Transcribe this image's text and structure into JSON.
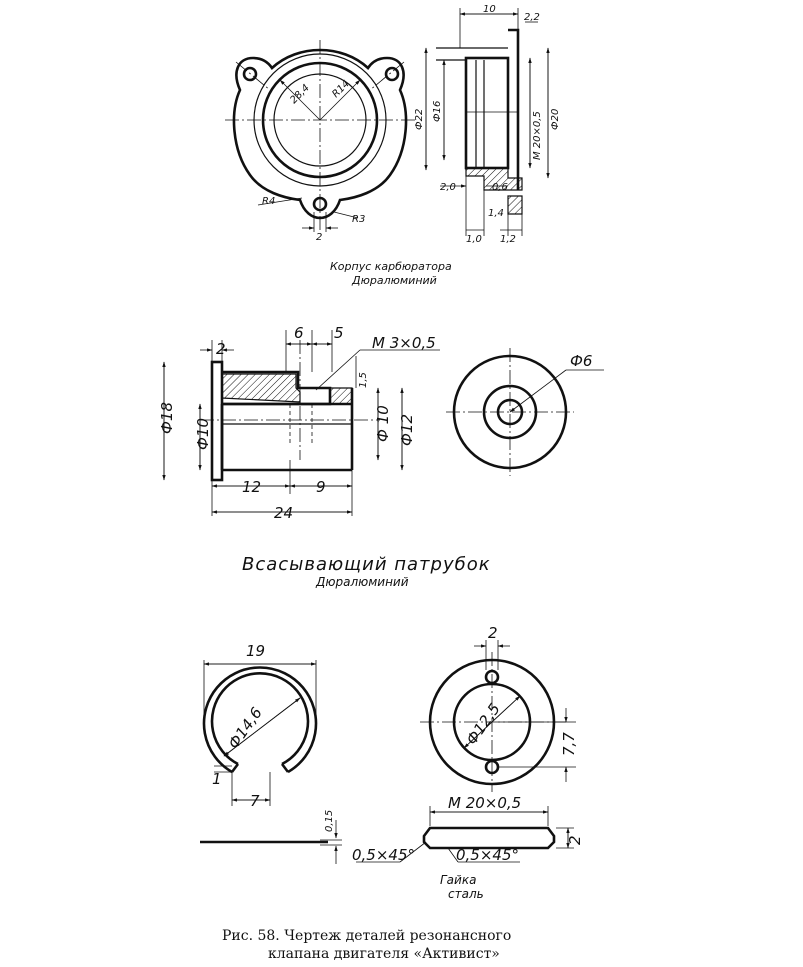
{
  "part1": {
    "title": "Корпус карбюратора",
    "material": "Дюралюминий",
    "dims": {
      "r_inner": "R14",
      "d_inner": "28,4",
      "r_lug": "R4",
      "r_hole": "R3",
      "w_hole": "2",
      "top_len": "10",
      "top_flange": "2,2",
      "d22": "Ф22",
      "d16": "Ф16",
      "thread": "M 20×0,5",
      "d20": "Ф20",
      "b2": "2,0",
      "b06": "0,6",
      "b14": "1,4",
      "b10": "1,0",
      "b12": "1,2"
    }
  },
  "part2": {
    "title": "Всасывающий патрубок",
    "material": "Дюралюминий",
    "dims": {
      "flange": "2",
      "w6": "6",
      "w5": "5",
      "thread": "M 3×0,5",
      "h15": "1,5",
      "d18": "Ф18",
      "d10": "Ф10",
      "d10b": "Ф 10",
      "d12": "Ф12",
      "l12": "12",
      "l9": "9",
      "l24": "24",
      "d6": "Ф6"
    }
  },
  "part3": {
    "dims": {
      "w19": "19",
      "d146": "Ф14,6",
      "gap1": "1",
      "gap7": "7",
      "t015": "0,15"
    }
  },
  "part4": {
    "title": "Гайка",
    "material": "сталь",
    "dims": {
      "w2": "2",
      "d125": "Ф12,5",
      "h77": "7,7",
      "thread": "M 20×0,5",
      "t2": "2",
      "ch1": "0,5×45°",
      "ch2": "0,5×45°"
    }
  },
  "caption": {
    "line1": "Рис. 58. Чертеж деталей резонансного",
    "line2": "клапана двигателя «Активист»"
  }
}
